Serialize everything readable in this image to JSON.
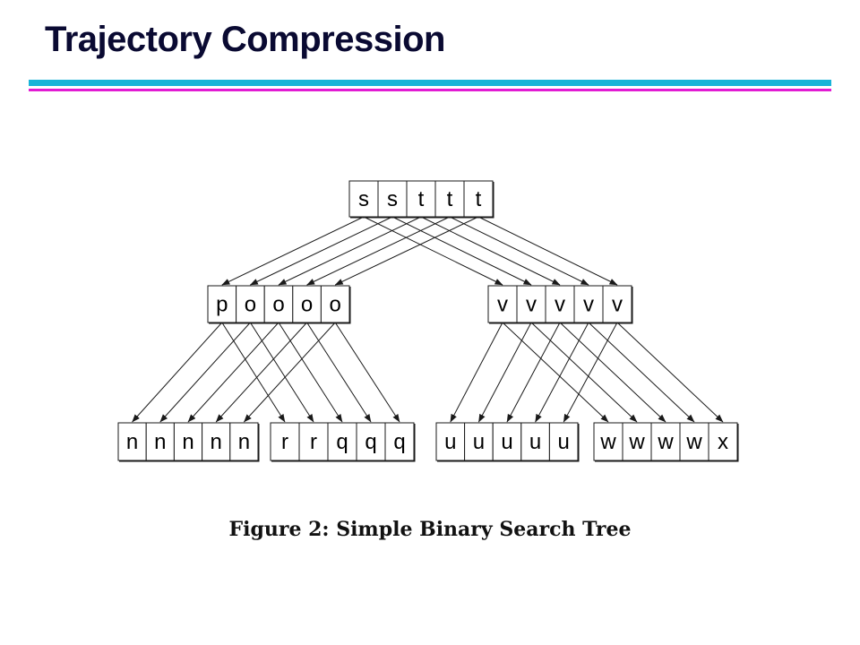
{
  "title": "Trajectory Compression",
  "colors": {
    "title": "#0a0a32",
    "rule_top": "#19b4d8",
    "rule_bottom": "#e21bd2",
    "line": "#1a1a1a"
  },
  "diagram": {
    "root": [
      "s",
      "s",
      "t",
      "t",
      "t"
    ],
    "level1": {
      "left": [
        "p",
        "o",
        "o",
        "o",
        "o"
      ],
      "right": [
        "v",
        "v",
        "v",
        "v",
        "v"
      ]
    },
    "level2": {
      "ll": [
        "n",
        "n",
        "n",
        "n",
        "n"
      ],
      "lr": [
        "r",
        "r",
        "q",
        "q",
        "q"
      ],
      "rl": [
        "u",
        "u",
        "u",
        "u",
        "u"
      ],
      "rr": [
        "w",
        "w",
        "w",
        "w",
        "x"
      ]
    }
  },
  "caption": "Figure 2:  Simple Binary Search Tree"
}
